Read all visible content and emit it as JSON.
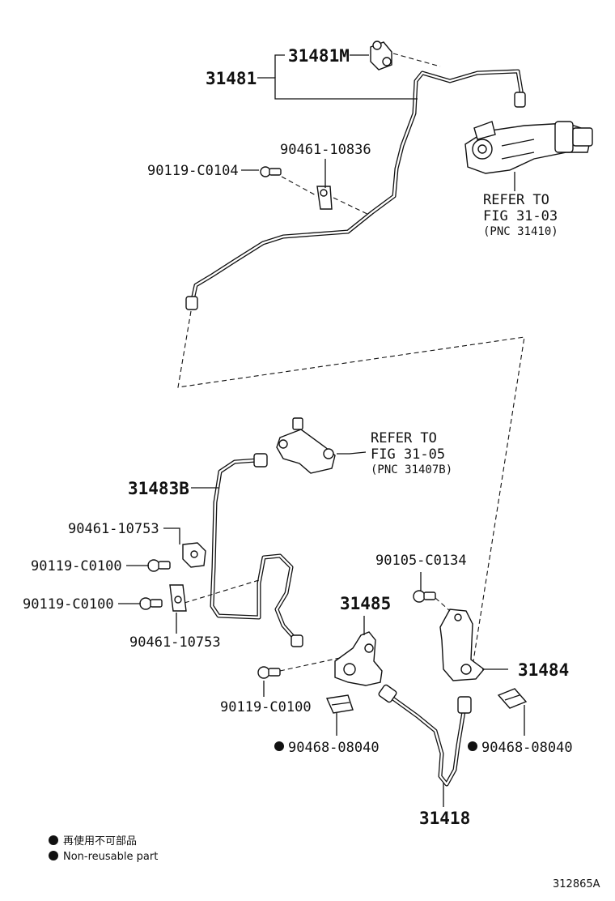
{
  "labels": {
    "p31481": "31481",
    "p31481m": "31481M",
    "p90461_10836": "90461-10836",
    "p90119_c0104": "90119-C0104",
    "refer1_l1": "REFER TO",
    "refer1_l2": "FIG 31-03",
    "refer1_l3": "(PNC 31410)",
    "refer2_l1": "REFER TO",
    "refer2_l2": "FIG 31-05",
    "refer2_l3": "(PNC 31407B)",
    "p31483b": "31483B",
    "p90461_10753_a": "90461-10753",
    "p90119_c0100_a": "90119-C0100",
    "p90119_c0100_b": "90119-C0100",
    "p90461_10753_b": "90461-10753",
    "p90105_c0134": "90105-C0134",
    "p31485": "31485",
    "p31484": "31484",
    "p90119_c0100_c": "90119-C0100",
    "p90468_08040_a": "90468-08040",
    "p90468_08040_b": "90468-08040",
    "p31418": "31418"
  },
  "legend": {
    "jp": "再使用不可部品",
    "en": "Non-reusable part"
  },
  "figure_id": "312865A"
}
